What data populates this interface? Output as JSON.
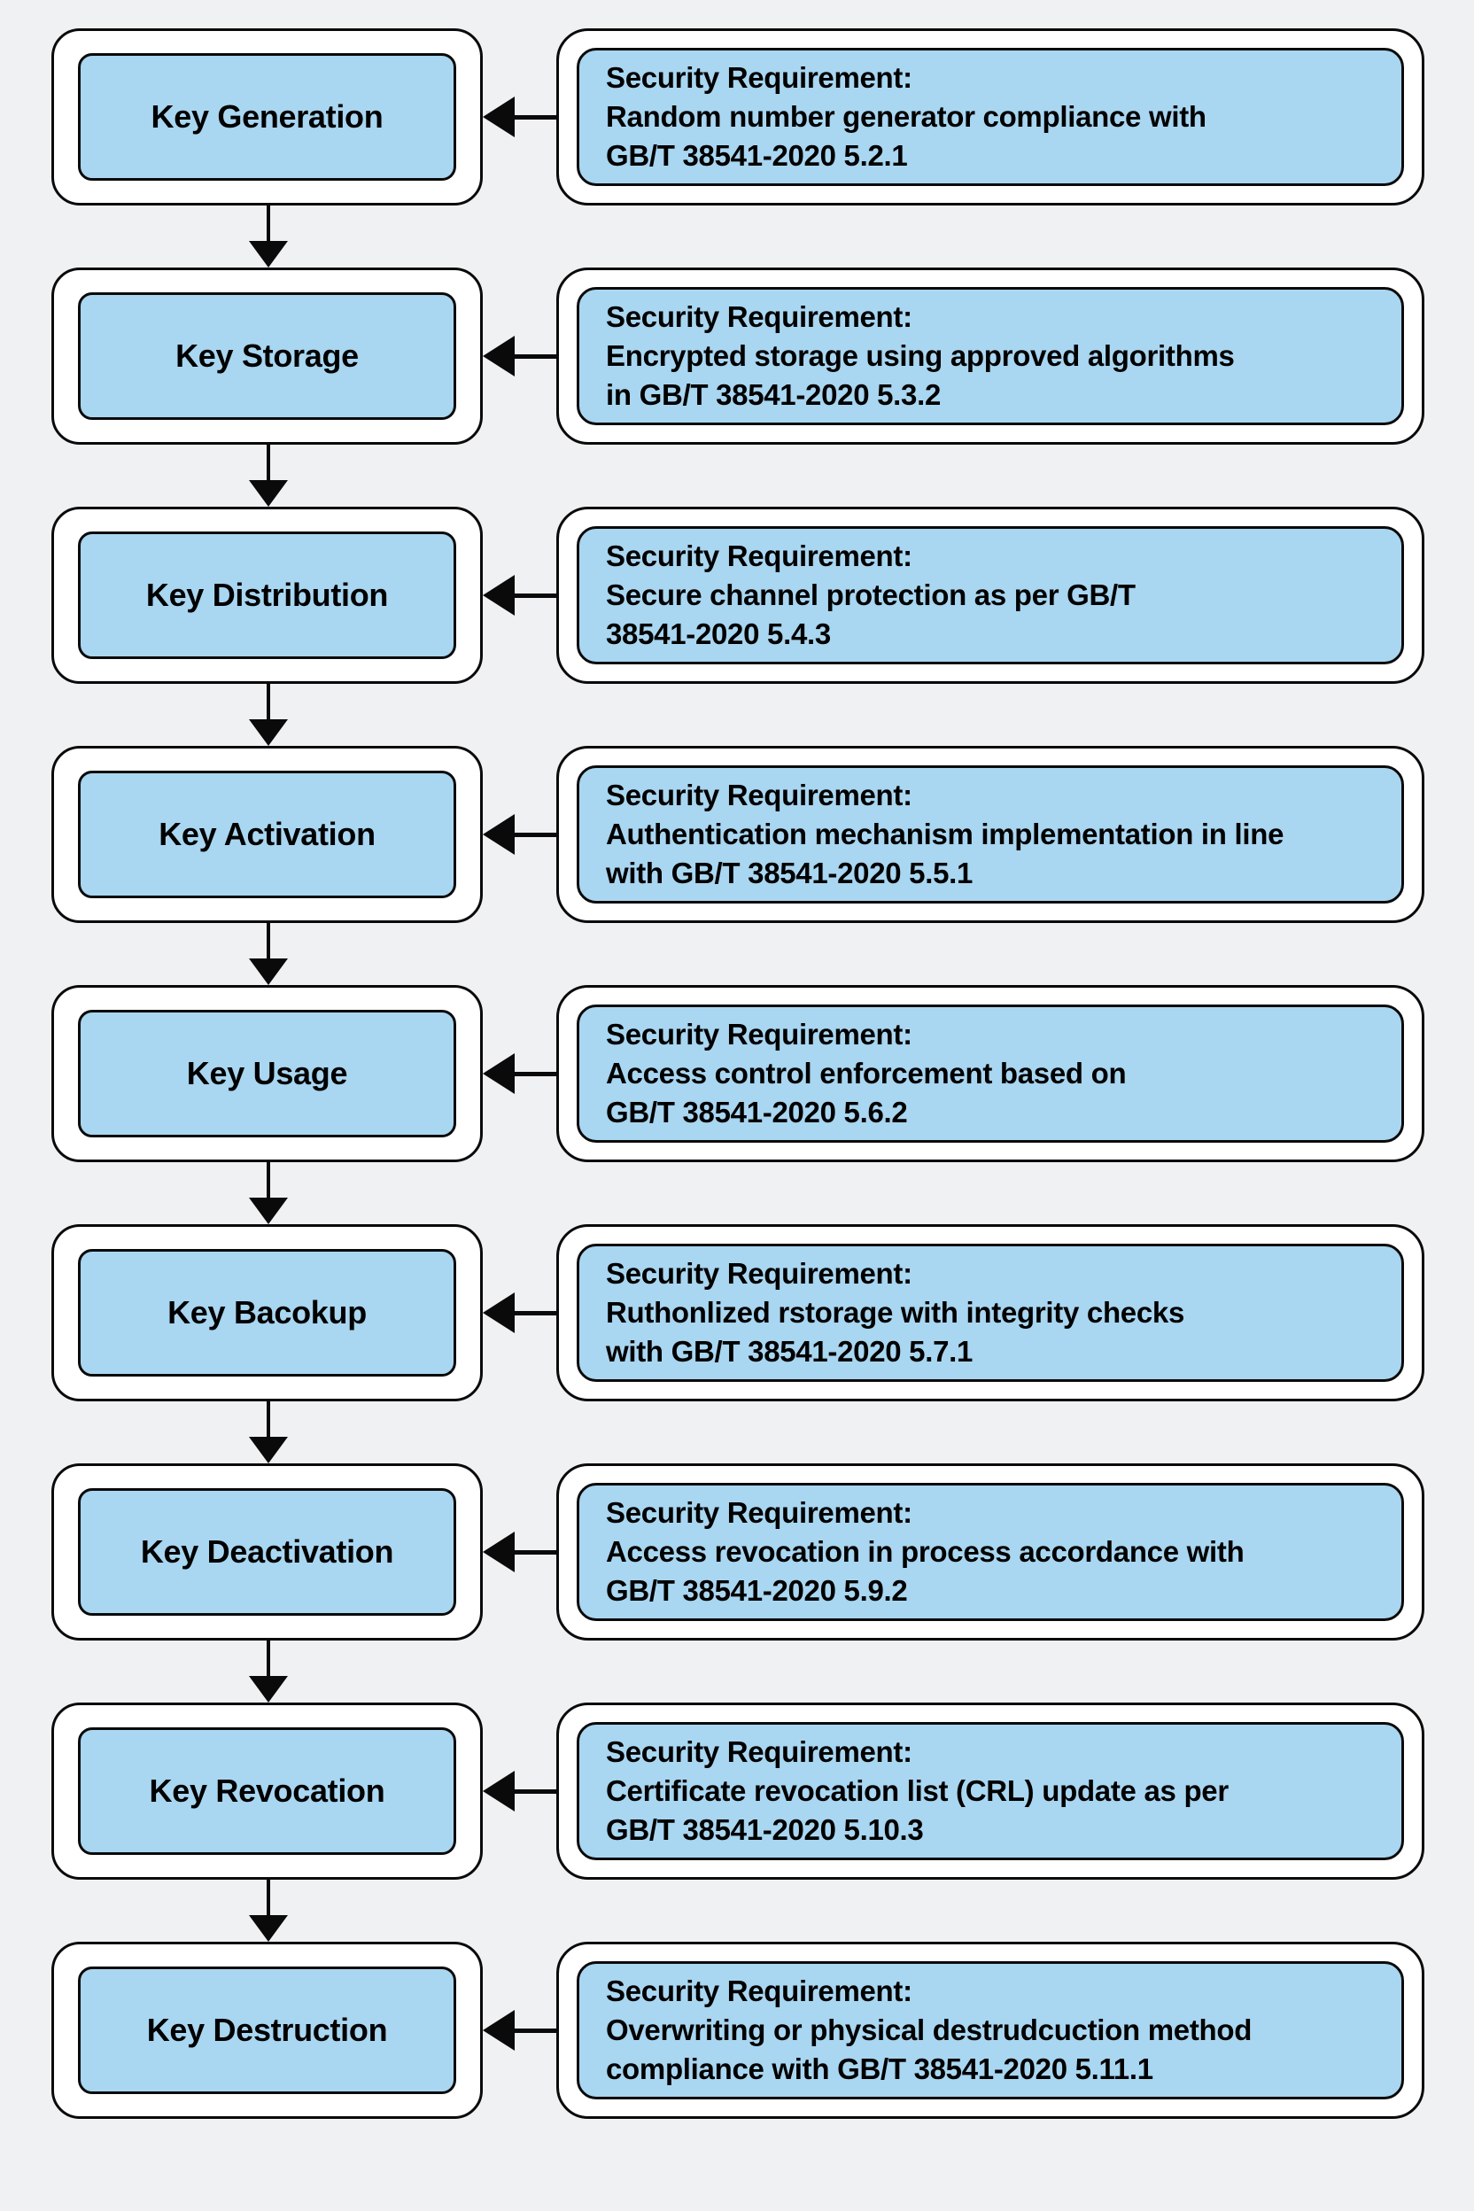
{
  "colors": {
    "background": "#eff1f3",
    "box_fill": "#a9d6f1",
    "box_border": "#0a0a0a",
    "text": "#000000"
  },
  "connector_icons": {
    "horizontal": "left-arrow",
    "vertical": "down-arrow"
  },
  "rows": [
    {
      "stage": "Key Generation",
      "req_title": "Security Requirement:",
      "req_lines": [
        "Random number generator compliance with",
        "GB/T 38541-2020 5.2.1"
      ]
    },
    {
      "stage": "Key Storage",
      "req_title": "Security Requirement:",
      "req_lines": [
        "Encrypted storage using approved algorithms",
        "in GB/T 38541-2020 5.3.2"
      ]
    },
    {
      "stage": "Key Distribution",
      "req_title": "Security Requirement:",
      "req_lines": [
        "Secure channel protection as per GB/T",
        "38541-2020 5.4.3"
      ]
    },
    {
      "stage": "Key Activation",
      "req_title": "Security Requirement:",
      "req_lines": [
        "Authentication mechanism implementation in line",
        "with GB/T 38541-2020 5.5.1"
      ]
    },
    {
      "stage": "Key Usage",
      "req_title": "Security Requirement:",
      "req_lines": [
        "Access control enforcement based on",
        "GB/T 38541-2020 5.6.2"
      ]
    },
    {
      "stage": "Key Bacokup",
      "req_title": "Security Requirement:",
      "req_lines": [
        "Ruthonlized rstorage with integrity checks",
        "with GB/T 38541-2020 5.7.1"
      ]
    },
    {
      "stage": "Key Deactivation",
      "req_title": "Security Requirement:",
      "req_lines": [
        "Access revocation in process accordance with",
        "GB/T 38541-2020 5.9.2"
      ]
    },
    {
      "stage": "Key Revocation",
      "req_title": "Security Requirement:",
      "req_lines": [
        "Certificate revocation list (CRL) update as per",
        "GB/T 38541-2020 5.10.3"
      ]
    },
    {
      "stage": "Key Destruction",
      "req_title": "Security Requirement:",
      "req_lines": [
        "Overwriting or physical destrudcuction method",
        "compliance with GB/T 38541-2020 5.11.1"
      ]
    }
  ]
}
